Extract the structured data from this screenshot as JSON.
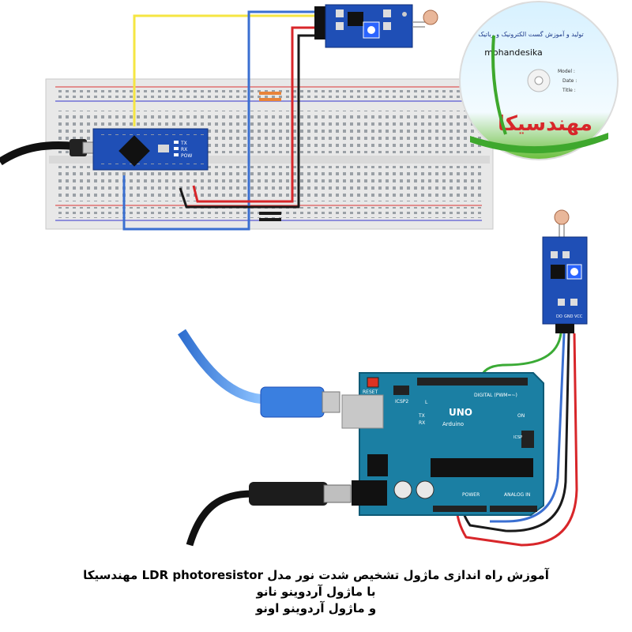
{
  "caption": {
    "line1": "آموزش راه اندازی ماژول تشخیص شدت نور  مدل  LDR photoresistor مهندسیکا",
    "line2": "با ماژول آردوینو نانو",
    "line3": "و ماژول آردوینو اونو"
  },
  "logo_cd": {
    "brand_text": "mohandesika",
    "top_text": "تولید و آموزش گست الکترونیک و رباتیک",
    "big_title": "مهندسیکا",
    "field_model": "Model :",
    "field_date": "Date :",
    "field_title": "Title :"
  },
  "uno_board": {
    "logo": "UNO",
    "brand": "Arduino",
    "reset": "RESET",
    "icsp2": "ICSP2",
    "icsp": "ICSP",
    "digital": "DIGITAL (PWM=~)",
    "power": "POWER",
    "analog": "ANALOG IN",
    "tx": "TX",
    "rx": "RX",
    "l": "L",
    "on": "ON"
  },
  "ldr_module": {
    "pins": [
      "DO",
      "GND",
      "VCC"
    ]
  },
  "nano_board": {
    "tx": "TX",
    "rx": "RX",
    "pow": "POW"
  },
  "wire_colors": {
    "signal_yellow": "#f5e642",
    "signal_green": "#3aaa35",
    "gnd_black": "#1a1a1a",
    "vcc_red": "#d8262a",
    "analog_blue": "#3a6fd1"
  }
}
